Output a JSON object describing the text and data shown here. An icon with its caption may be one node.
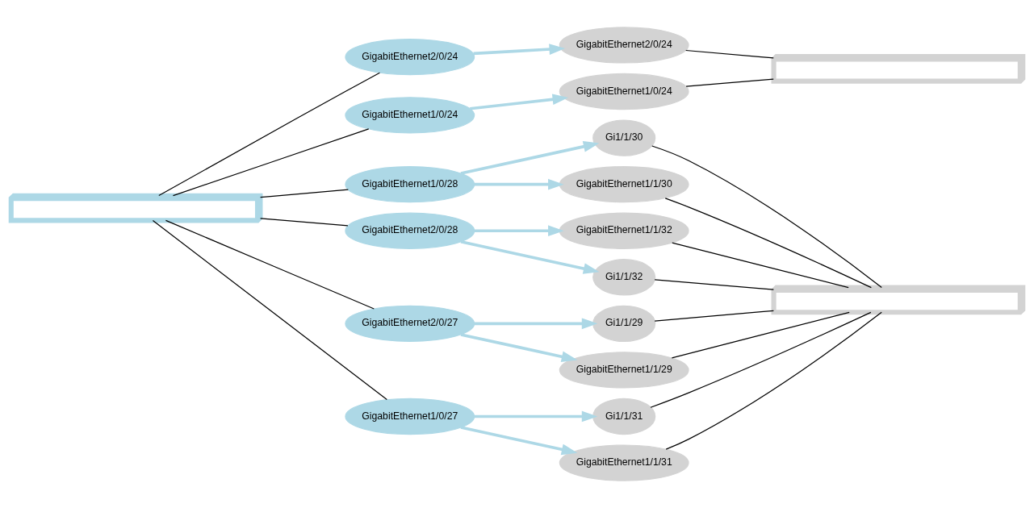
{
  "diagram": {
    "nodes": [
      {
        "text": [],
        "shape": "box"
      },
      {
        "text": [
          "GigabitEthernet2/0/24"
        ]
      },
      {
        "text": [
          "GigabitEthernet1/0/24"
        ]
      },
      {
        "text": [
          "GigabitEthernet1/0/28"
        ]
      },
      {
        "text": [
          "GigabitEthernet2/0/28"
        ]
      },
      {
        "text": [
          "GigabitEthernet2/0/27"
        ]
      },
      {
        "text": [
          "GigabitEthernet1/0/27"
        ]
      },
      {
        "text": [
          "GigabitEthernet2/0/24"
        ]
      },
      {
        "text": [
          "GigabitEthernet1/0/24"
        ]
      },
      {
        "text": [
          "Gi1/1/30"
        ]
      },
      {
        "text": [
          "GigabitEthernet1/1/30"
        ]
      },
      {
        "text": [
          "GigabitEthernet1/1/32"
        ]
      },
      {
        "text": [
          "Gi1/1/32"
        ]
      },
      {
        "text": [
          "Gi1/1/29"
        ]
      },
      {
        "text": [
          "GigabitEthernet1/1/29"
        ]
      },
      {
        "text": [
          "Gi1/1/31"
        ]
      },
      {
        "text": [
          "GigabitEthernet1/1/31"
        ]
      },
      {
        "text": [],
        "shape": "box"
      },
      {
        "text": [],
        "shape": "box"
      }
    ],
    "edges": [
      {
        "from": 0,
        "to": 1,
        "arrow": "none"
      },
      {
        "from": 0,
        "to": 2,
        "arrow": "none"
      },
      {
        "from": 0,
        "to": 3,
        "arrow": "none"
      },
      {
        "from": 0,
        "to": 4,
        "arrow": "none"
      },
      {
        "from": 0,
        "to": 5,
        "arrow": "none"
      },
      {
        "from": 0,
        "to": 6,
        "arrow": "none"
      },
      {
        "from": 1,
        "to": 7,
        "arrow": "to",
        "style": "thick",
        "color": "#add8e6"
      },
      {
        "from": 2,
        "to": 8,
        "arrow": "to",
        "style": "thick",
        "color": "#add8e6"
      },
      {
        "from": 3,
        "to": 9,
        "arrow": "to",
        "style": "thick",
        "color": "#add8e6"
      },
      {
        "from": 3,
        "to": 10,
        "arrow": "to",
        "style": "thick",
        "color": "#add8e6"
      },
      {
        "from": 4,
        "to": 11,
        "arrow": "to",
        "style": "thick",
        "color": "#add8e6"
      },
      {
        "from": 4,
        "to": 12,
        "arrow": "to",
        "style": "thick",
        "color": "#add8e6"
      },
      {
        "from": 5,
        "to": 13,
        "arrow": "to",
        "style": "thick",
        "color": "#add8e6"
      },
      {
        "from": 5,
        "to": 14,
        "arrow": "to",
        "style": "thick",
        "color": "#add8e6"
      },
      {
        "from": 6,
        "to": 15,
        "arrow": "to",
        "style": "thick",
        "color": "#add8e6"
      },
      {
        "from": 6,
        "to": 16,
        "arrow": "to",
        "style": "thick",
        "color": "#add8e6"
      },
      {
        "from": 7,
        "to": 17,
        "arrow": "none"
      },
      {
        "from": 8,
        "to": 17,
        "arrow": "none"
      },
      {
        "from": 9,
        "to": 18,
        "arrow": "none"
      },
      {
        "from": 10,
        "to": 18,
        "arrow": "none"
      },
      {
        "from": 11,
        "to": 18,
        "arrow": "none"
      },
      {
        "from": 12,
        "to": 18,
        "arrow": "none"
      },
      {
        "from": 13,
        "to": 18,
        "arrow": "none"
      },
      {
        "from": 14,
        "to": 18,
        "arrow": "none"
      },
      {
        "from": 15,
        "to": 18,
        "arrow": "none"
      },
      {
        "from": 16,
        "to": 18,
        "arrow": "none"
      }
    ]
  }
}
